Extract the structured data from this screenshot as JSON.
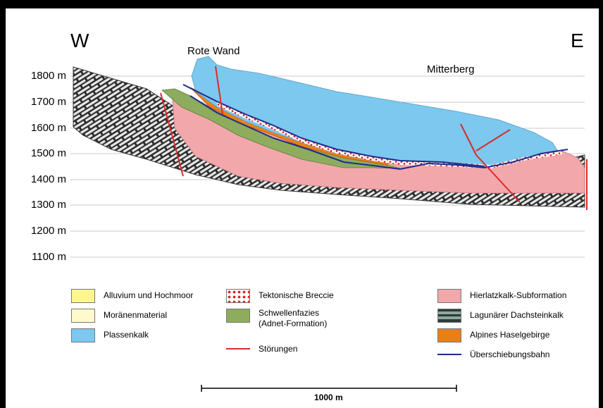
{
  "labels": {
    "west": "W",
    "east": "E",
    "rote_wand": "Rote Wand",
    "mitterberg": "Mitterberg"
  },
  "axis": {
    "elevations": [
      "1800 m",
      "1700 m",
      "1600 m",
      "1500 m",
      "1400 m",
      "1300 m",
      "1200 m",
      "1100 m"
    ]
  },
  "legend": {
    "alluvium": "Alluvium und Hochmoor",
    "moraene": "Moränenmaterial",
    "plassenkalk": "Plassenkalk",
    "breccie": "Tektonische Breccie",
    "schwellen_1": "Schwellenfazies",
    "schwellen_2": "(Adnet-Formation)",
    "stoerungen": "Störungen",
    "hierlatz": "Hierlatzkalk-Subformation",
    "dachstein": "Lagunärer Dachsteinkalk",
    "haselgebirge": "Alpines Haselgebirge",
    "ueberschiebung": "Überschiebungsbahn"
  },
  "scale": {
    "label": "1000 m"
  },
  "colors": {
    "alluvium": "#fff68f",
    "moraene": "#fffacd",
    "plassenkalk": "#7cc8ee",
    "hierlatz": "#f2a7ab",
    "schwellen": "#8dac5e",
    "haselgebirge": "#e8801a",
    "stoerung": "#d92b2b",
    "ueberschiebung": "#1f2a8a",
    "dachstein": "#3a3a3a"
  }
}
